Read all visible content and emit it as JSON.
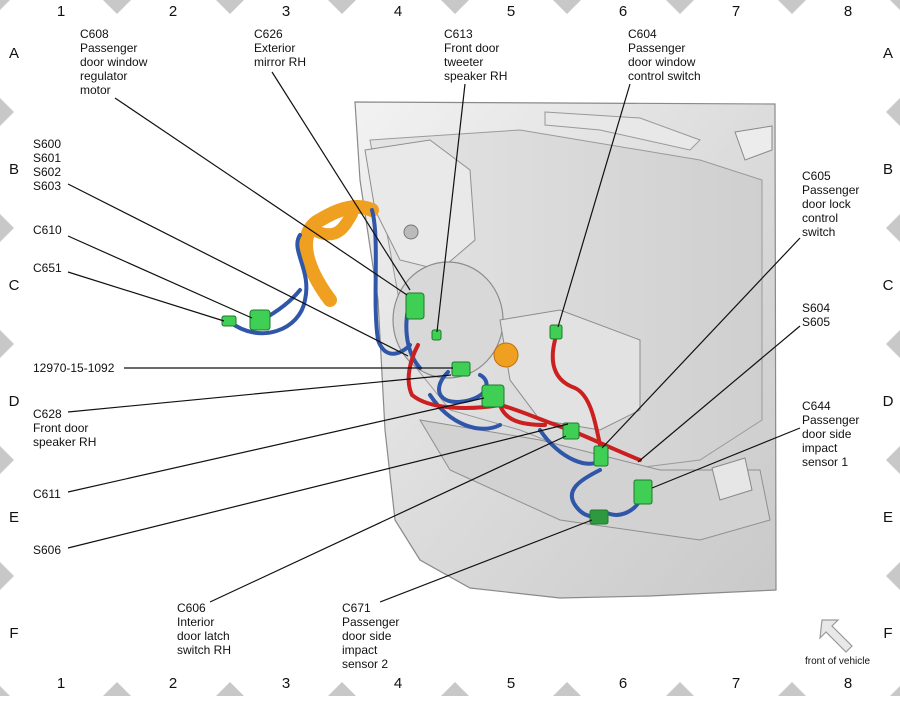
{
  "grid": {
    "columns": [
      "1",
      "2",
      "3",
      "4",
      "5",
      "6",
      "7",
      "8"
    ],
    "rows": [
      "A",
      "B",
      "C",
      "D",
      "E",
      "F"
    ]
  },
  "callouts": {
    "c608": [
      "C608",
      "Passenger",
      "door window",
      "regulator",
      "motor"
    ],
    "c626": [
      "C626",
      "Exterior",
      "mirror RH"
    ],
    "c613": [
      "C613",
      "Front door",
      "tweeter",
      "speaker RH"
    ],
    "c604": [
      "C604",
      "Passenger",
      "door window",
      "control switch"
    ],
    "s600": [
      "S600",
      "S601",
      "S602",
      "S603"
    ],
    "c610": [
      "C610"
    ],
    "c651": [
      "C651"
    ],
    "c605": [
      "C605",
      "Passenger",
      "door lock",
      "control",
      "switch"
    ],
    "s604": [
      "S604",
      "S605"
    ],
    "part": [
      "12970-15-1092"
    ],
    "c628": [
      "C628",
      "Front door",
      "speaker RH"
    ],
    "c644": [
      "C644",
      "Passenger",
      "door side",
      "impact",
      "sensor 1"
    ],
    "c611": [
      "C611"
    ],
    "s606": [
      "S606"
    ],
    "c606": [
      "C606",
      "Interior",
      "door latch",
      "switch RH"
    ],
    "c671": [
      "C671",
      "Passenger",
      "door side",
      "impact",
      "sensor 2"
    ]
  },
  "orientation_label": "front of vehicle",
  "colors": {
    "harness_blue": "#2f56a8",
    "harness_red": "#cc1f1f",
    "conduit_orange": "#f0a020",
    "connector_green": "#3fcf55",
    "door_panel": "#dedede",
    "grid_marker": "#c8c8c8"
  }
}
